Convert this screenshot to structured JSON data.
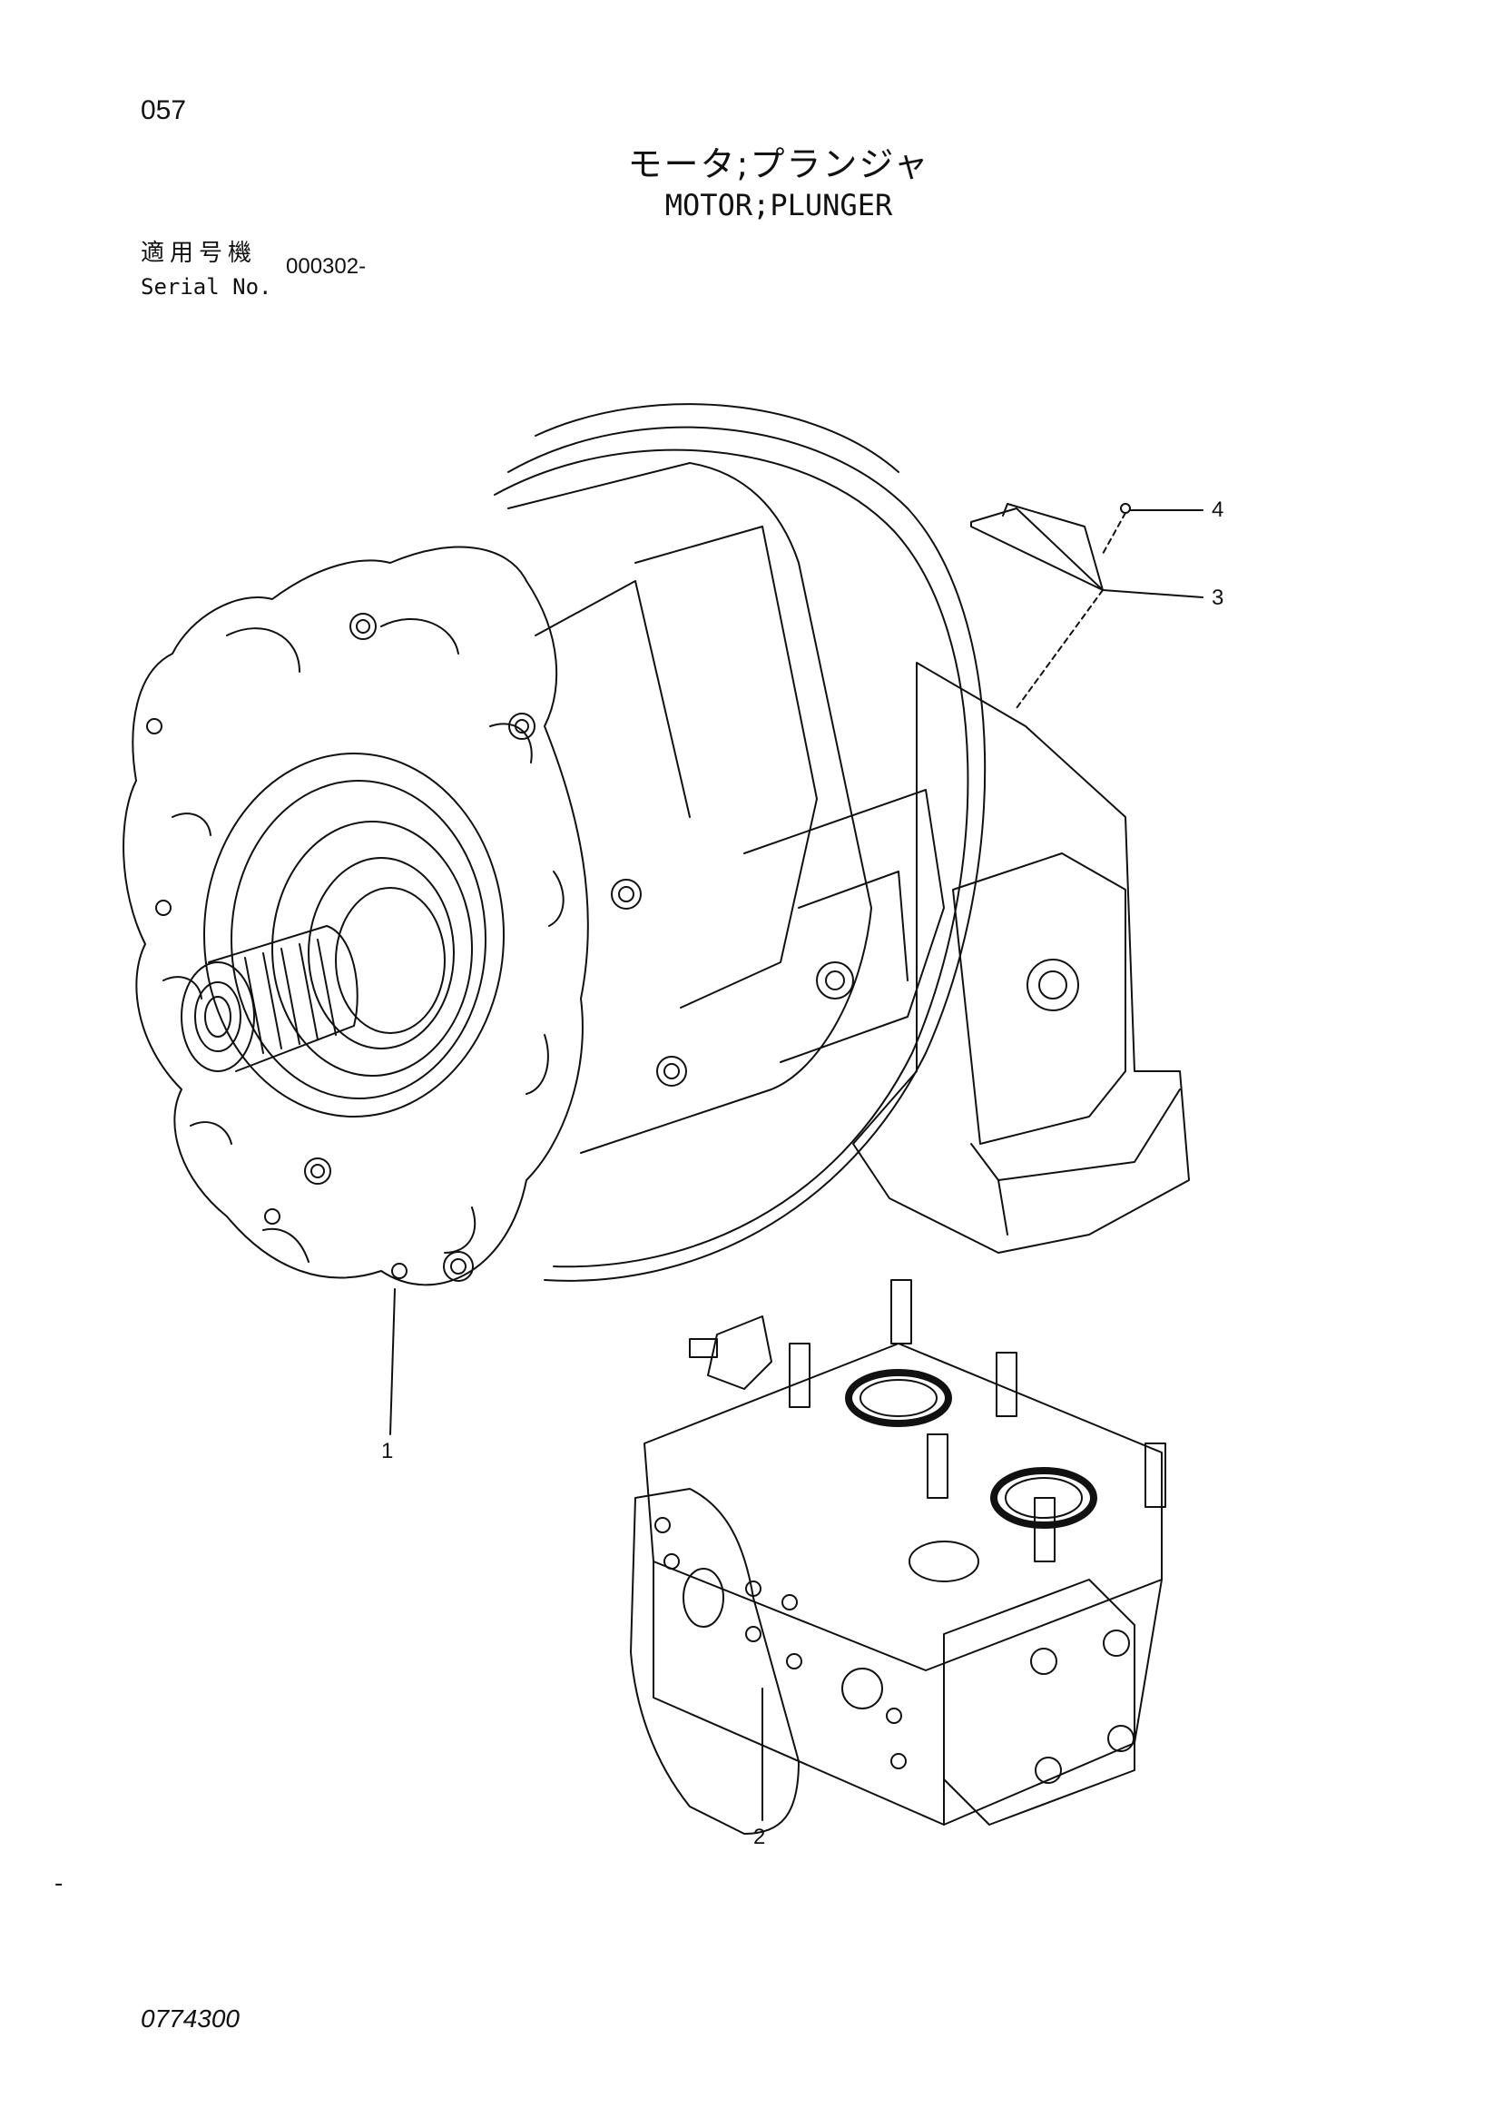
{
  "page": {
    "number": "057",
    "title_ja": "モータ;プランジャ",
    "title_en": "MOTOR;PLUNGER",
    "serial_label_ja": "適用号機",
    "serial_label_en": "Serial No.",
    "serial_value": "000302-",
    "dash": "-",
    "drawing_number": "0774300"
  },
  "callouts": [
    {
      "id": "1",
      "label": "1"
    },
    {
      "id": "2",
      "label": "2"
    },
    {
      "id": "3",
      "label": "3"
    },
    {
      "id": "4",
      "label": "4"
    }
  ],
  "colors": {
    "ink": "#111111",
    "paper": "#ffffff"
  }
}
